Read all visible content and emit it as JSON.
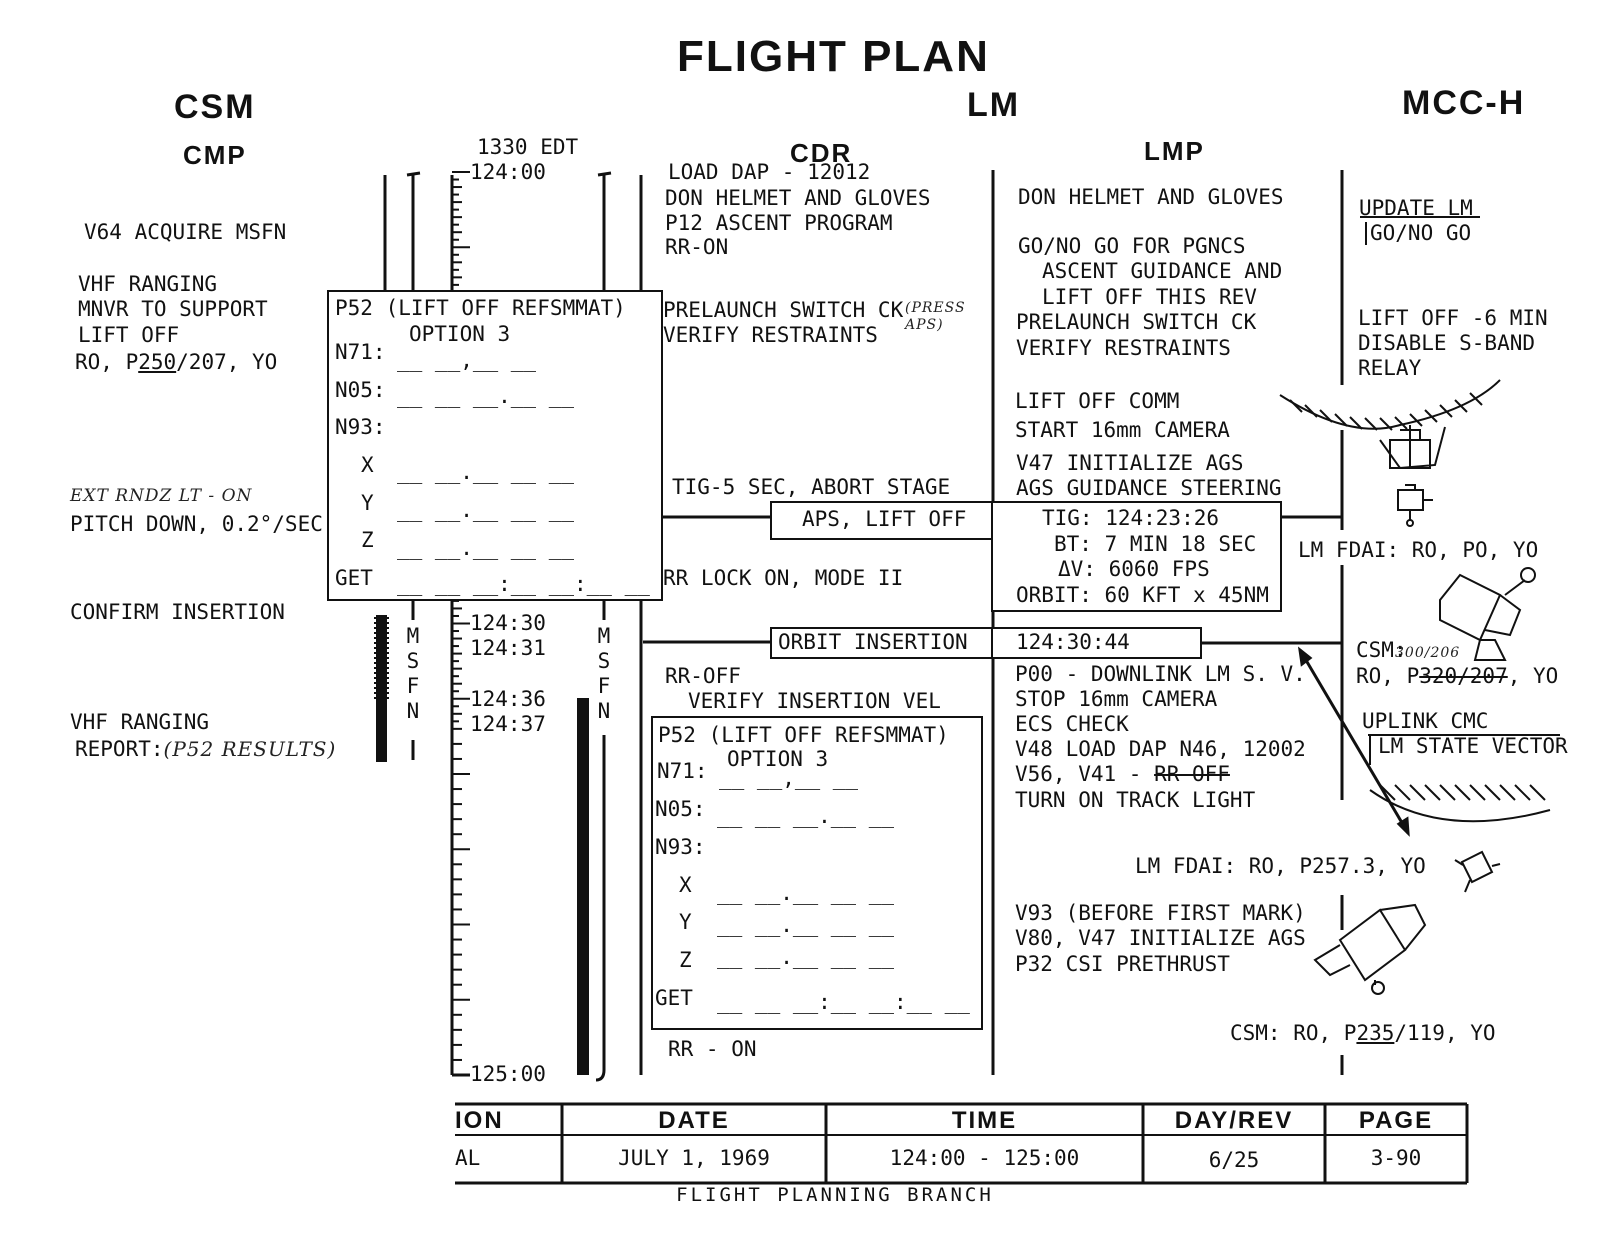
{
  "header": {
    "title": "FLIGHT PLAN",
    "csm": "CSM",
    "lm": "LM",
    "mcc": "MCC-H",
    "cmp": "CMP",
    "cdr": "CDR",
    "lmp": "LMP"
  },
  "timeline": {
    "edt": "1330 EDT",
    "labels": [
      "124:00",
      "124:30",
      "124:31",
      "124:36",
      "124:37",
      "125:00"
    ],
    "msfn": "MSFN"
  },
  "cmp": {
    "lines": [
      "V64 ACQUIRE MSFN",
      "VHF RANGING",
      "MNVR TO SUPPORT",
      "LIFT OFF",
      "PITCH DOWN, 0.2°/SEC",
      "CONFIRM INSERTION",
      "VHF RANGING"
    ],
    "att_prefix": "RO, P",
    "att_pitch": "250",
    "att_suffix": "/207, YO",
    "handwritten_rndz": "EXT RNDZ LT - ON",
    "report_label": "REPORT:",
    "report_hand": "(P52 RESULTS)"
  },
  "p52": {
    "title": "P52 (LIFT OFF REFSMMAT)",
    "option": "OPTION 3",
    "labels": [
      "N71:",
      "N05:",
      "N93:",
      "X",
      "Y",
      "Z",
      "GET"
    ],
    "blanks": {
      "n71": "__ __,__ __",
      "n05": "__ __ __.__ __",
      "xyz": "__ __.__ __ __",
      "get": "__ __ __:__ __:__ __"
    }
  },
  "cdr": {
    "lines": [
      "LOAD DAP - 12012",
      "DON HELMET AND GLOVES",
      "P12 ASCENT PROGRAM",
      "RR-ON",
      "PRELAUNCH SWITCH CK",
      "VERIFY RESTRAINTS",
      "TIG-5 SEC, ABORT STAGE",
      "RR LOCK ON, MODE II",
      "RR-OFF",
      "VERIFY INSERTION VEL",
      "RR - ON"
    ],
    "press_aps": "(PRESS APS)",
    "aps_liftoff": "APS, LIFT OFF",
    "orbit_insertion": "ORBIT INSERTION"
  },
  "lmp": {
    "lines": [
      "DON HELMET AND GLOVES",
      "GO/NO GO FOR PGNCS",
      "ASCENT GUIDANCE AND",
      "LIFT OFF THIS REV",
      "PRELAUNCH SWITCH CK",
      "VERIFY RESTRAINTS",
      "LIFT OFF COMM",
      "START 16mm CAMERA",
      "V47 INITIALIZE AGS",
      "AGS GUIDANCE STEERING",
      "P00 - DOWNLINK LM S. V.",
      "STOP 16mm CAMERA",
      "ECS CHECK",
      "V48 LOAD DAP N46, 12002",
      "TURN ON TRACK LIGHT",
      "LM FDAI: RO, P257.3, YO",
      "V93 (BEFORE FIRST MARK)",
      "V80, V47 INITIALIZE AGS",
      "P32 CSI PRETHRUST"
    ],
    "v56_prefix": "V56, V41 - ",
    "v56_struck": "RR-OFF",
    "burn": [
      "TIG: 124:23:26",
      "BT: 7 MIN 18 SEC",
      "ΔV: 6060 FPS",
      "ORBIT: 60 KFT x 45NM"
    ],
    "insertion_time": "124:30:44",
    "csm_att_prefix": "CSM: RO, P",
    "csm_att_pitch": "235",
    "csm_att_suffix": "/119, YO"
  },
  "mcc": {
    "update_lm": "UPDATE LM",
    "go_nogo": "GO/NO GO",
    "liftoff": [
      "LIFT OFF -6 MIN",
      "DISABLE S-BAND",
      "RELAY"
    ],
    "lm_fdai": "LM FDAI: RO, PO, YO",
    "csm_label": "CSM:",
    "csm_hand": "300/206",
    "csm_att_prefix": "RO, P",
    "csm_att_struck": "320/207",
    "csm_att_suffix": ", YO",
    "uplink": "UPLINK CMC",
    "state_vector": "LM STATE VECTOR"
  },
  "footer": {
    "headers": [
      "ION",
      "DATE",
      "TIME",
      "DAY/REV",
      "PAGE"
    ],
    "values": [
      "AL",
      "JULY 1, 1969",
      "124:00 - 125:00",
      "6/25",
      "3-90"
    ],
    "branch": "FLIGHT PLANNING BRANCH"
  }
}
